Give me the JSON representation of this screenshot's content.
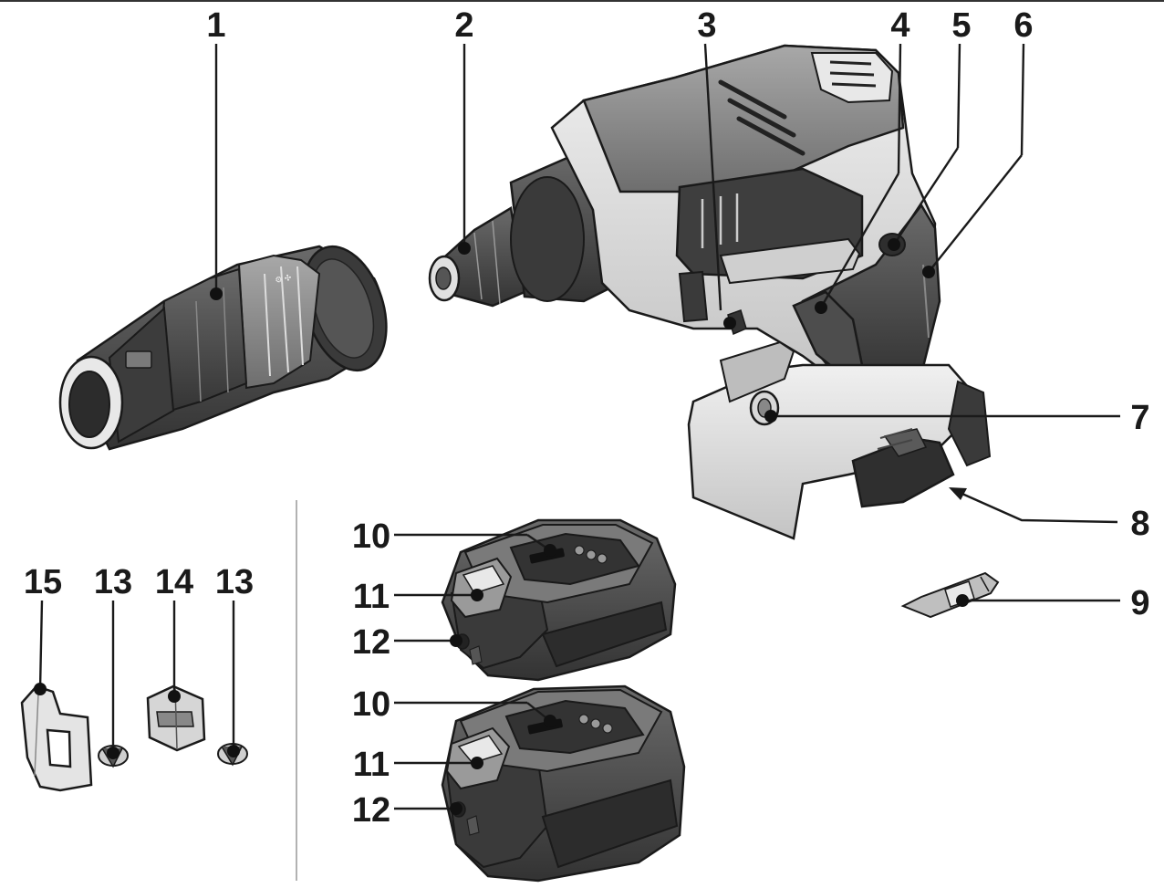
{
  "callouts": {
    "c1": "1",
    "c2": "2",
    "c3": "3",
    "c4": "4",
    "c5": "5",
    "c6": "6",
    "c7": "7",
    "c8": "8",
    "c9": "9",
    "c10a": "10",
    "c11a": "11",
    "c12a": "12",
    "c10b": "10",
    "c11b": "11",
    "c12b": "12",
    "c13a": "13",
    "c14": "14",
    "c13b": "13",
    "c15": "15"
  },
  "colors": {
    "outline": "#1a1a1a",
    "dark_body": "#4a4a4a",
    "mid_body": "#8a8a8a",
    "light_body": "#d8d8d8",
    "background": "#ffffff"
  }
}
